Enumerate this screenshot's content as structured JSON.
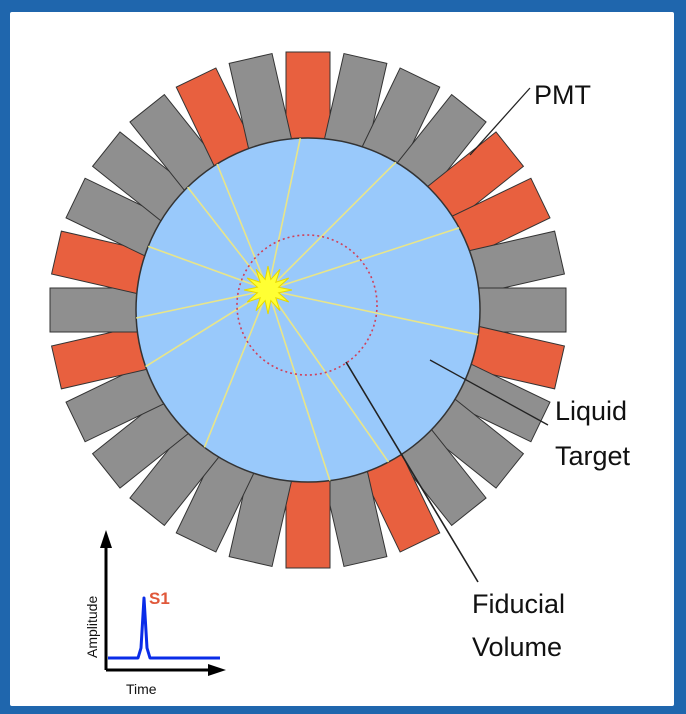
{
  "labels": {
    "pmt": "PMT",
    "liquid_target_line1": "Liquid",
    "liquid_target_line2": "Target",
    "fiducial_volume_line1": "Fiducial",
    "fiducial_volume_line2": "Volume"
  },
  "inset": {
    "y_axis": "Amplitude",
    "x_axis": "Time",
    "signal": "S1"
  },
  "colors": {
    "pmt_gray": "#8f8f8f",
    "pmt_red": "#e8603f",
    "target_fill": "#99c9fb",
    "fiducial_ring": "#d0405a",
    "ray": "#e8e58a",
    "flash": "#ffff33",
    "signal_line": "#0a2ce8",
    "border": "#1f66ad"
  },
  "pmt_ring": {
    "count": 28,
    "red_indices": [
      0,
      4,
      5,
      8,
      12,
      14,
      20,
      22,
      26
    ]
  }
}
